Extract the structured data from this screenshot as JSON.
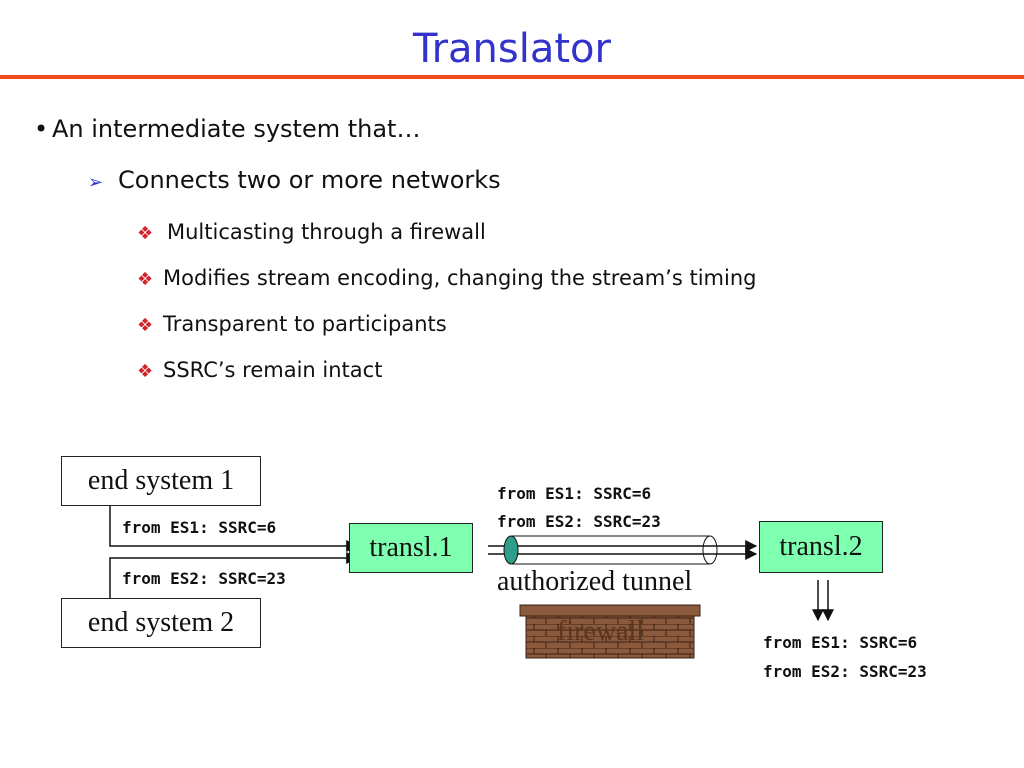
{
  "title": "Translator",
  "bullets": {
    "level1": "An intermediate system that…",
    "level2": "Connects two or more networks",
    "level3": [
      "Multicasting through a firewall",
      "Modifies stream encoding, changing the stream’s timing",
      "Transparent to participants",
      "SSRC’s remain intact"
    ]
  },
  "diagram": {
    "end_system_1": "end system 1",
    "end_system_2": "end system 2",
    "transl_1": "transl.1",
    "transl_2": "transl.2",
    "in_label_1": "from ES1: SSRC=6",
    "in_label_2": "from ES2: SSRC=23",
    "tunnel_label_1": "from ES1: SSRC=6",
    "tunnel_label_2": "from ES2: SSRC=23",
    "tunnel_caption": "authorized tunnel",
    "firewall_label": "firewall",
    "out_label_1": "from ES1: SSRC=6",
    "out_label_2": "from ES2: SSRC=23"
  },
  "colors": {
    "title": "#3333cc",
    "rule": "#f04a1e",
    "translator_fill": "#7fffb0",
    "bullet_diamond": "#d2232a",
    "tunnel_end": "#2e9e8a",
    "firewall_brick": "#8b5a3c"
  }
}
